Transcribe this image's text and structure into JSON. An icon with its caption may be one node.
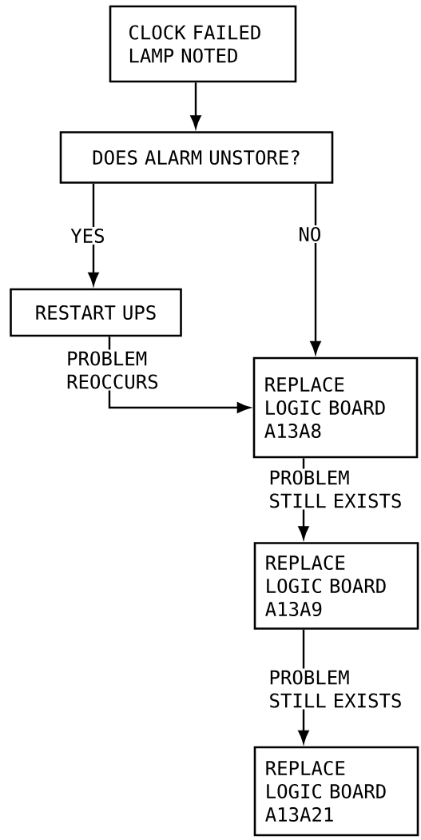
{
  "diagram": {
    "nodes": [
      {
        "text": [
          "CLOCK FAILED LAMP NOTED"
        ]
      },
      {
        "text": [
          "DOES ALARM UNSTORE?"
        ]
      },
      {
        "text": [
          "RESTART UPS"
        ]
      },
      {
        "text": [
          "REPLACE LOGIC BOARD A13A8"
        ]
      },
      {
        "text": [
          "REPLACE LOGIC BOARD A13A9"
        ]
      },
      {
        "text": [
          "REPLACE LOGIC BOARD A13A21"
        ]
      }
    ],
    "edges": [
      {
        "from": 0,
        "to": 1,
        "arrow": "to"
      },
      {
        "from": 1,
        "to": 2,
        "arrow": "to",
        "label": "YES"
      },
      {
        "from": 1,
        "to": 3,
        "arrow": "to",
        "label": "NO"
      },
      {
        "from": 2,
        "to": 3,
        "arrow": "to",
        "label": "PROBLEM REOCCURS"
      },
      {
        "from": 3,
        "to": 4,
        "arrow": "to",
        "label": "PROBLEM STILL EXISTS"
      },
      {
        "from": 4,
        "to": 5,
        "arrow": "to",
        "label": "PROBLEM STILL EXISTS"
      }
    ]
  }
}
